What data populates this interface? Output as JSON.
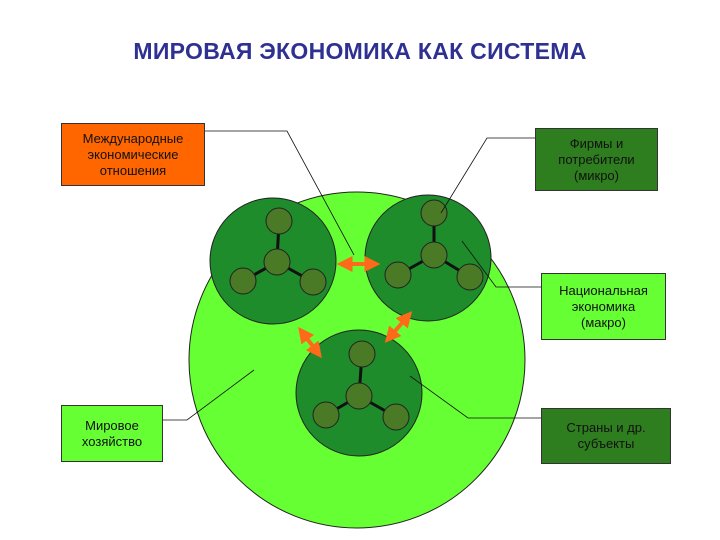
{
  "title": "МИРОВАЯ ЭКОНОМИКА КАК СИСТЕМА",
  "labels": {
    "international_relations": "Международные\nэкономические\nотношения",
    "firms_consumers": "Фирмы и\nпотребители\n(микро)",
    "national_economy": "Национальная\nэкономика\n(макро)",
    "world_economy": "Мировое\nхозяйство",
    "countries_subjects": "Страны и др.\nсубъекты"
  },
  "colors": {
    "title": "#2e3192",
    "world_circle": "#66ff33",
    "national_circle": "#1e8c2a",
    "node": "#4a7a25",
    "arrow": "#ff6a1a",
    "orange_box": "#ff6600",
    "dark_box": "#2e7d1e",
    "light_box": "#66ff33"
  }
}
